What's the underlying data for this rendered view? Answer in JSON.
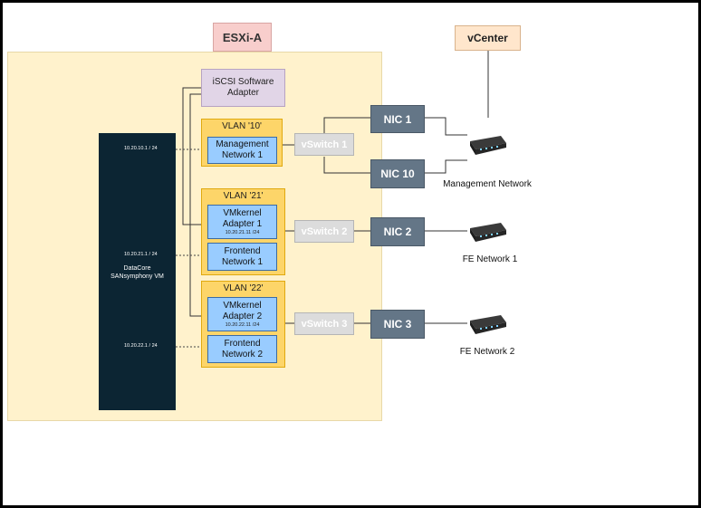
{
  "host": {
    "title": "ESXi-A"
  },
  "vcenter": {
    "label": "vCenter"
  },
  "iscsi": {
    "line1": "iSCSI Software",
    "line2": "Adapter"
  },
  "datacore": {
    "line1": "DataCore",
    "line2": "SANsymphony VM",
    "ips": [
      "10.20.10.1 / 24",
      "10.20.21.1 / 24",
      "10.20.22.1 / 24"
    ]
  },
  "vlans": [
    {
      "label": "VLAN '10'",
      "items": [
        {
          "line1": "Management",
          "line2": "Network 1"
        }
      ]
    },
    {
      "label": "VLAN '21'",
      "items": [
        {
          "line1": "VMkernel",
          "line2": "Adapter 1",
          "ip": "10.20.21.11 /24"
        },
        {
          "line1": "Frontend",
          "line2": "Network 1"
        }
      ]
    },
    {
      "label": "VLAN '22'",
      "items": [
        {
          "line1": "VMkernel",
          "line2": "Adapter 2",
          "ip": "10.20.22.11 /24"
        },
        {
          "line1": "Frontend",
          "line2": "Network 2"
        }
      ]
    }
  ],
  "vswitches": [
    "vSwitch 1",
    "vSwitch 2",
    "vSwitch 3"
  ],
  "nics": [
    "NIC 1",
    "NIC 10",
    "NIC 2",
    "NIC 3"
  ],
  "networks": [
    "Management Network",
    "FE Network 1",
    "FE Network 2"
  ],
  "colors": {
    "host_bg": "#fff2cc",
    "host_title_bg": "#f8cecc",
    "vcenter_bg": "#ffe6cc",
    "iscsi_bg": "#e1d5e7",
    "vlan_bg": "#fdd569",
    "adapter_bg": "#99ccff",
    "vswitch_bg": "#dcdcdc",
    "nic_bg": "#647687",
    "datacore_bg": "#0c2533"
  }
}
